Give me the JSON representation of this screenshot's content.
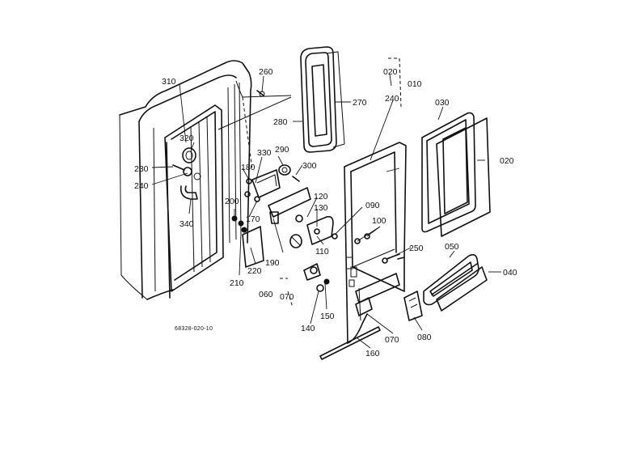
{
  "diagram": {
    "reference_code": "68328-020-10",
    "part_labels": {
      "p010": "010",
      "p020_top": "020",
      "p240_top": "240",
      "p030": "030",
      "p020_right": "020",
      "p260": "260",
      "p270": "270",
      "p280": "280",
      "p310": "310",
      "p320": "320",
      "p330": "330",
      "p290": "290",
      "p180": "180",
      "p300": "300",
      "p230": "230",
      "p240_left": "240",
      "p340": "340",
      "p200": "200",
      "p170": "170",
      "p120": "120",
      "p130": "130",
      "p090": "090",
      "p100": "100",
      "p110": "110",
      "p190": "190",
      "p220": "220",
      "p210": "210",
      "p250": "250",
      "p050": "050",
      "p040": "040",
      "p060": "060",
      "p070_left": "070",
      "p150": "150",
      "p140": "140",
      "p070_bottom": "070",
      "p080": "080",
      "p160": "160"
    }
  }
}
